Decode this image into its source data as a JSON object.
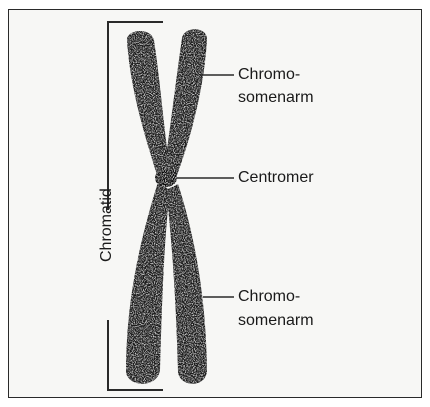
{
  "labels": {
    "arm_top_line1": "Chromo-",
    "arm_top_line2": "somenarm",
    "centromere": "Centromer",
    "arm_bottom_line1": "Chromo-",
    "arm_bottom_line2": "somenarm",
    "chromatid": "Chromatid"
  },
  "colors": {
    "chromosome": "#1c1c1c",
    "line": "#2a2a2a",
    "background": "#f7f7f5"
  }
}
